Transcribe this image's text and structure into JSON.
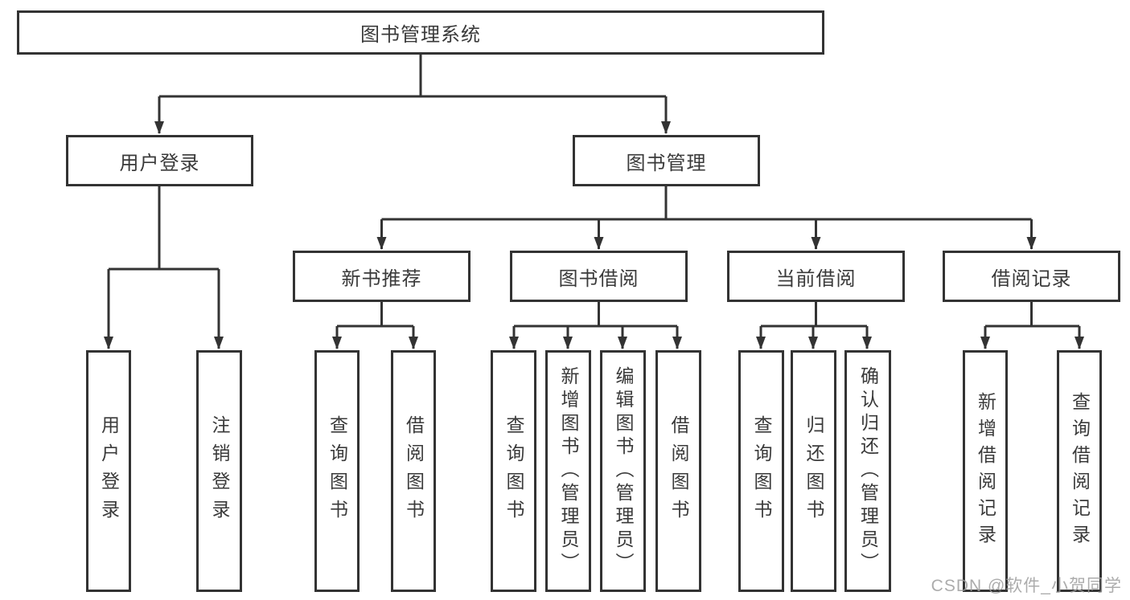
{
  "nodes": {
    "root": "图书管理系统",
    "level2": [
      "用户登录",
      "图书管理"
    ],
    "level3": [
      "新书推荐",
      "图书借阅",
      "当前借阅",
      "借阅记录"
    ],
    "leaves_login": [
      "用户登录",
      "注销登录"
    ],
    "leaves_newbook": [
      "查询图书",
      "借阅图书"
    ],
    "leaves_borrow": [
      "查询图书",
      "新增图书（管理员）",
      "编辑图书（管理员）",
      "借阅图书"
    ],
    "leaves_current": [
      "查询图书",
      "归还图书",
      "确认归还（管理员）"
    ],
    "leaves_records": [
      "新增借阅记录",
      "查询借阅记录"
    ]
  },
  "watermark": "CSDN @软件_小贺同学",
  "colors": {
    "line": "#333333",
    "text": "#3a3a3a",
    "watermark": "#9e9e9e",
    "background": "#ffffff"
  }
}
